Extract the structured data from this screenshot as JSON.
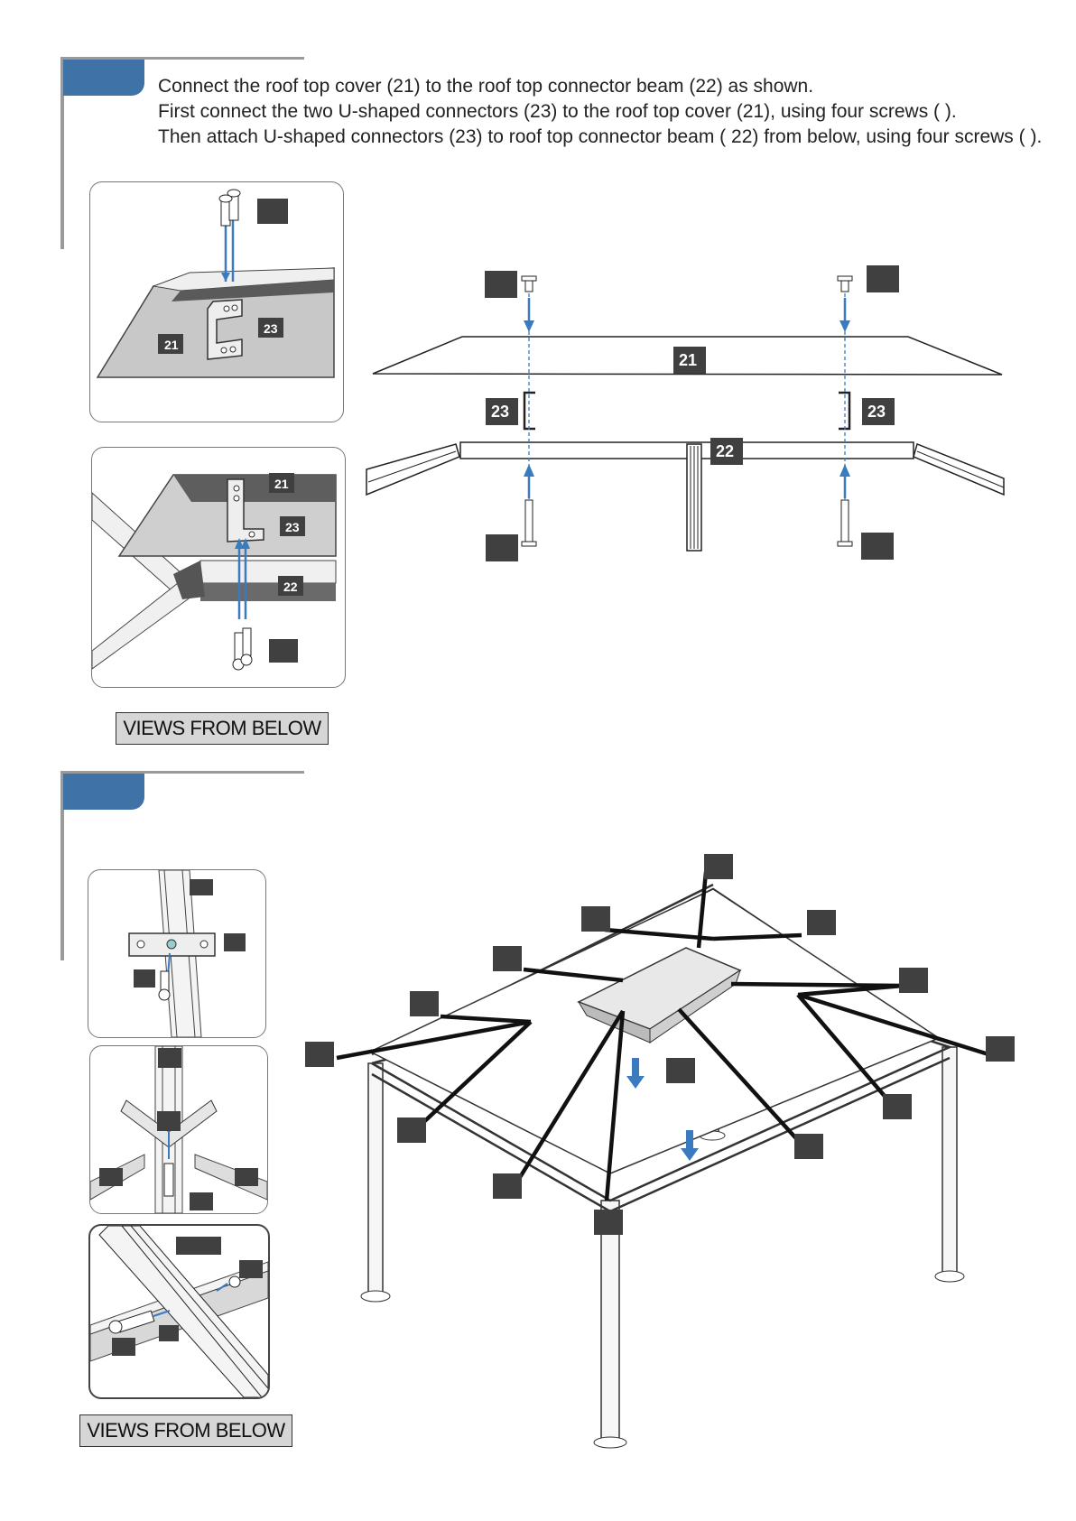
{
  "step1": {
    "instructions": [
      "Connect the roof top cover (21) to the roof top connector beam (22) as shown.",
      "First connect the two U-shaped connectors (23) to the roof top cover (21), using four screws (     ).",
      "Then attach U-shaped connectors (23) to roof top connector beam ( 22) from below, using four screws (     )."
    ],
    "caption": "VIEWS FROM BELOW",
    "labels": {
      "cover": "21",
      "beam": "22",
      "connector": "23"
    }
  },
  "step2": {
    "caption": "VIEWS FROM BELOW"
  },
  "colors": {
    "accent": "#3f72a6",
    "tag": "#404040",
    "arrow": "#3a7bbf"
  }
}
